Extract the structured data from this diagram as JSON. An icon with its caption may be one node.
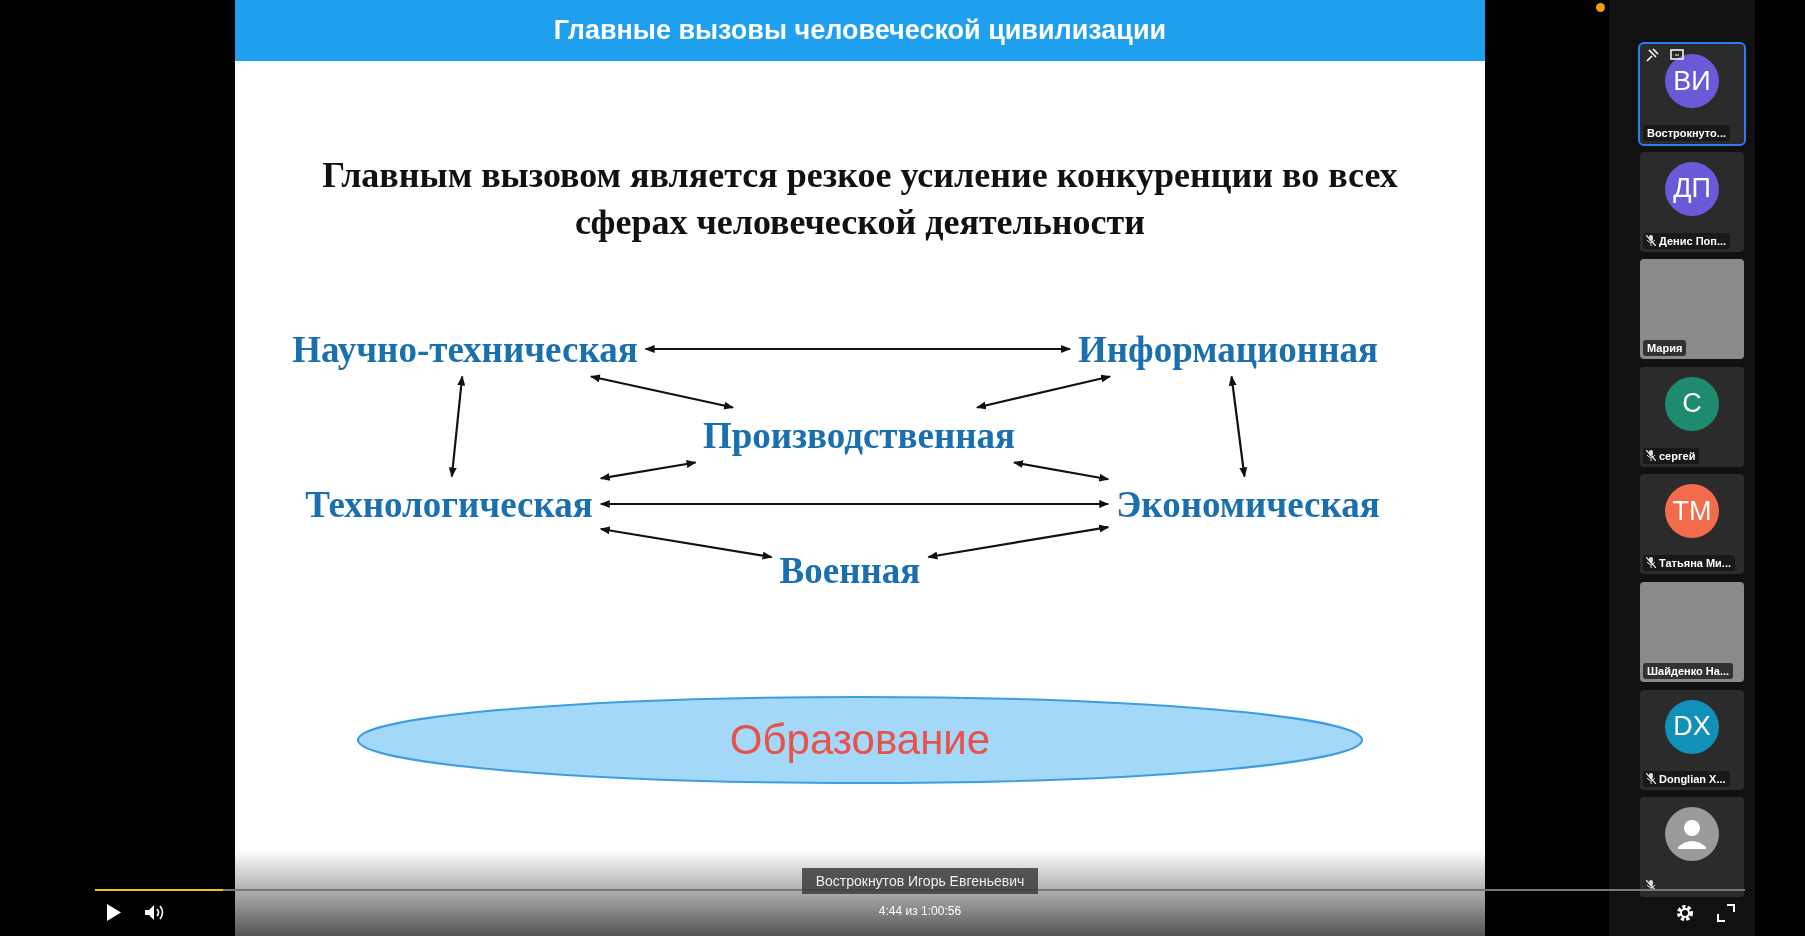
{
  "diagram": {
    "title": "Главные вызовы человеческой цивилизации",
    "nodes": [
      {
        "text": [
          "Научно-техническая"
        ]
      },
      {
        "text": [
          "Информационная"
        ]
      },
      {
        "text": [
          "Производственная"
        ]
      },
      {
        "text": [
          "Технологическая"
        ]
      },
      {
        "text": [
          "Экономическая"
        ]
      },
      {
        "text": [
          "Военная"
        ]
      },
      {
        "text": [
          "Образование"
        ]
      }
    ],
    "edges": [
      {
        "from": 0,
        "to": 1,
        "arrow": "both"
      },
      {
        "from": 0,
        "to": 2,
        "arrow": "both"
      },
      {
        "from": 1,
        "to": 2,
        "arrow": "both"
      },
      {
        "from": 0,
        "to": 3,
        "arrow": "both"
      },
      {
        "from": 1,
        "to": 4,
        "arrow": "both"
      },
      {
        "from": 2,
        "to": 3,
        "arrow": "both"
      },
      {
        "from": 2,
        "to": 4,
        "arrow": "both"
      },
      {
        "from": 3,
        "to": 4,
        "arrow": "both"
      },
      {
        "from": 3,
        "to": 5,
        "arrow": "both"
      },
      {
        "from": 4,
        "to": 5,
        "arrow": "both"
      }
    ],
    "labels": [
      "Главным вызовом является резкое усиление конкуренции во всех сферах человеческой деятельности",
      "ВИ",
      "Вострокнуто...",
      "ДП",
      "Денис Поп...",
      "Мария",
      "С",
      "сергей",
      "ТМ",
      "Татьяна Ми...",
      "Шайденко На...",
      "DX",
      "Donglian X...",
      "Вострокнутов Игорь Евгеньевич",
      "4:44 из 1:00:56"
    ]
  }
}
